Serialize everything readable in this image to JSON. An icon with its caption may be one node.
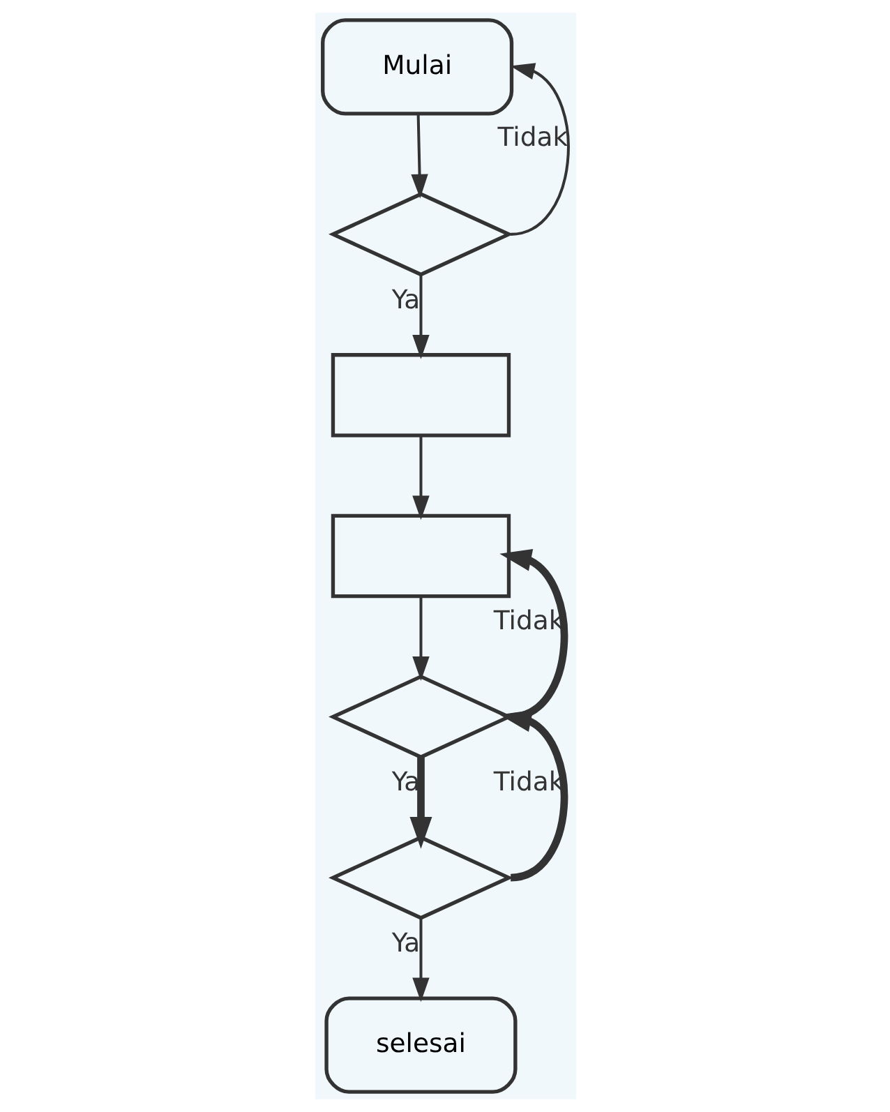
{
  "diagram": {
    "nodes": [
      {
        "text": [
          "Mulai"
        ]
      },
      {
        "text": [],
        "shape": "diamond"
      },
      {
        "text": [],
        "shape": "box"
      },
      {
        "text": [],
        "shape": "box"
      },
      {
        "text": [],
        "shape": "diamond"
      },
      {
        "text": [],
        "shape": "diamond"
      },
      {
        "text": [
          "selesai"
        ]
      }
    ],
    "edges": [
      {
        "from": 0,
        "to": 1,
        "arrow": "to"
      },
      {
        "from": 1,
        "to": 2,
        "arrow": "to",
        "label": "Ya"
      },
      {
        "from": 1,
        "to": 0,
        "arrow": "to",
        "label": "Tidak"
      },
      {
        "from": 2,
        "to": 3,
        "arrow": "to"
      },
      {
        "from": 3,
        "to": 4,
        "arrow": "to"
      },
      {
        "from": 4,
        "to": 3,
        "arrow": "to",
        "label": "Tidak",
        "style": "thick"
      },
      {
        "from": 4,
        "to": 5,
        "arrow": "to",
        "label": "Ya",
        "style": "thick"
      },
      {
        "from": 5,
        "to": 4,
        "arrow": "to",
        "label": "Tidak",
        "style": "thick"
      },
      {
        "from": 5,
        "to": 6,
        "arrow": "to",
        "label": "Ya"
      }
    ]
  }
}
